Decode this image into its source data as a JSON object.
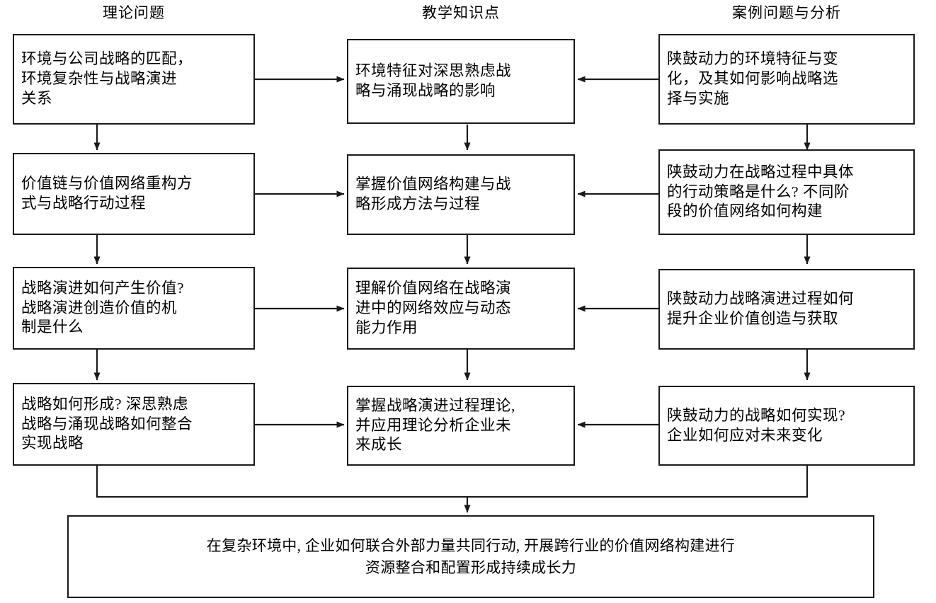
{
  "diagram": {
    "title_row": {
      "columns": [
        {
          "id": "theory",
          "label": "理论问题"
        },
        {
          "id": "teaching",
          "label": "教学知识点"
        },
        {
          "id": "case",
          "label": "案例问题与分析"
        }
      ]
    },
    "rows": [
      {
        "left": "环境与公司战略的匹配，\n环境复杂性与战略演进\n关系",
        "middle": "环境特征对深思熟虑战\n略与涌现战略的影响",
        "right": "陕鼓动力的环境特征与变\n化，及其如何影响战略选\n择与实施"
      },
      {
        "left": "价值链与价值网络重构方\n式与战略行动过程",
        "middle": "掌握价值网络构建与战\n略形成方法与过程",
        "right": "陕鼓动力在战略过程中具体\n的行动策略是什么? 不同阶\n段的价值网络如何构建"
      },
      {
        "left": "战略演进如何产生价值?\n战略演进创造价值的机\n制是什么",
        "middle": "理解价值网络在战略演\n进中的网络效应与动态\n能力作用",
        "right": "陕鼓动力战略演进过程如何\n提升企业价值创造与获取"
      },
      {
        "left": "战略如何形成? 深思熟虑\n战略与涌现战略如何整合\n实现战略",
        "middle": "掌握战略演进过程理论,\n并应用理论分析企业未\n来成长",
        "right": "陕鼓动力的战略如何实现?\n企业如何应对未来变化"
      }
    ],
    "summary": {
      "lines": [
        "在复杂环境中, 企业如何联合外部力量共同行动, 开展跨行业的价值网络构建进行",
        "资源整合和配置形成持续成长力"
      ]
    },
    "style": {
      "stroke": "#1a1a1a",
      "background": "#ffffff",
      "text_color": "#000000"
    }
  }
}
